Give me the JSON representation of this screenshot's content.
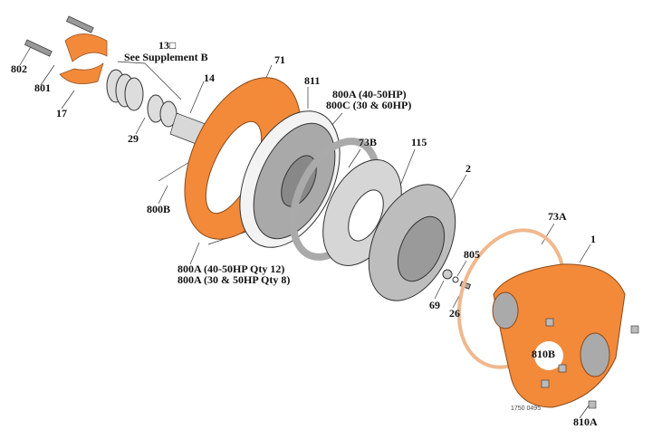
{
  "labels": {
    "p802": "802",
    "p801": "801",
    "p17": "17",
    "p13": "13□",
    "supplement": "See Supplement B",
    "p71": "71",
    "p14": "14",
    "p811": "811",
    "p800a_top": "800A (40-50HP)",
    "p800c": "800C (30 & 60HP)",
    "p29": "29",
    "p73b": "73B",
    "p115": "115",
    "p2": "2",
    "p800b": "800B",
    "p800a_qty12": "800A (40-50HP Qty 12)",
    "p800a_qty8": "800A (30 & 50HP Qty 8)",
    "p805": "805",
    "p69": "69",
    "p26": "26",
    "p73a": "73A",
    "p1": "1",
    "p810b": "810B",
    "p810a": "810A"
  },
  "drawing_code": "1750 0495",
  "colors": {
    "orange": "#f28a3a",
    "grey": "#b8b8b8",
    "gasket": "#f6c9a8"
  }
}
